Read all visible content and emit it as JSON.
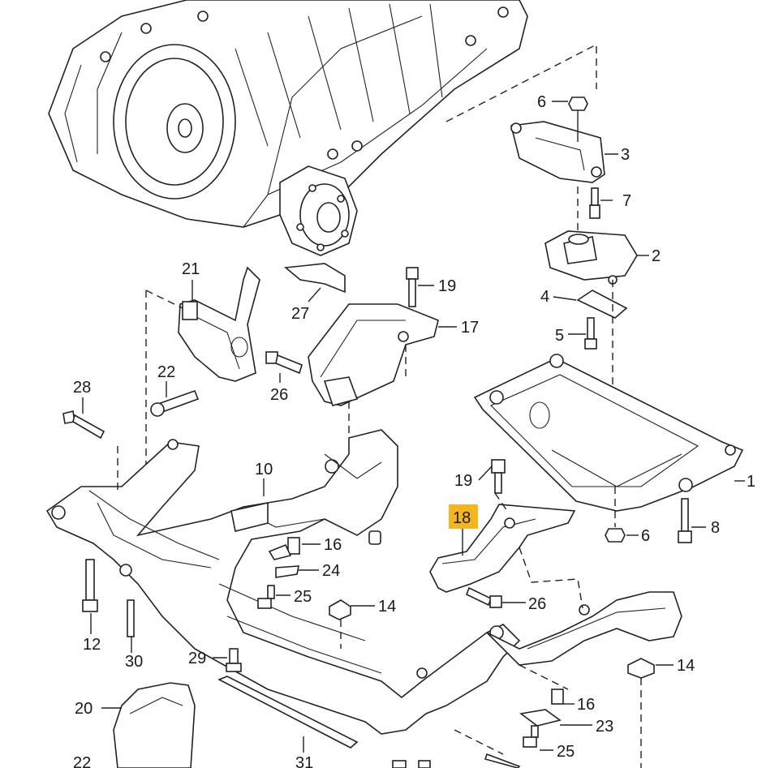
{
  "callouts": {
    "c1": "1",
    "c2": "2",
    "c3": "3",
    "c4": "4",
    "c5": "5",
    "c6a": "6",
    "c6b": "6",
    "c7": "7",
    "c8": "8",
    "c10": "10",
    "c12": "12",
    "c14a": "14",
    "c14b": "14",
    "c16a": "16",
    "c16b": "16",
    "c17": "17",
    "c18": "18",
    "c19a": "19",
    "c19b": "19",
    "c20": "20",
    "c21": "21",
    "c22a": "22",
    "c22b": "22",
    "c23": "23",
    "c24": "24",
    "c25a": "25",
    "c25b": "25",
    "c26a": "26",
    "c26b": "26",
    "c27": "27",
    "c28": "28",
    "c29": "29",
    "c30": "30",
    "c31": "31"
  },
  "highlight_color": "#f5b51f"
}
